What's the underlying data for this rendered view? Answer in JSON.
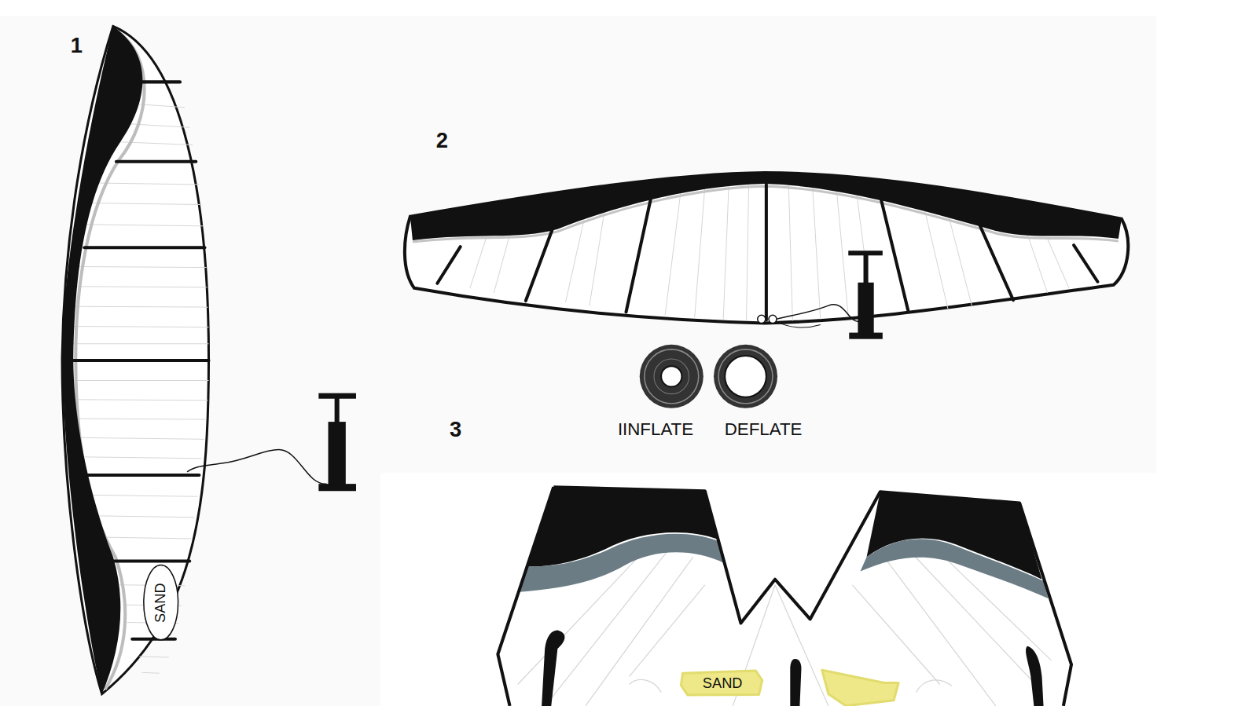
{
  "diagram": {
    "nodes": [
      {
        "text": [
          "SAND"
        ]
      },
      {
        "text": [
          "SAND"
        ]
      }
    ],
    "labels": [
      "1",
      "2",
      "3",
      "IINFLATE",
      "DEFLATE"
    ]
  }
}
